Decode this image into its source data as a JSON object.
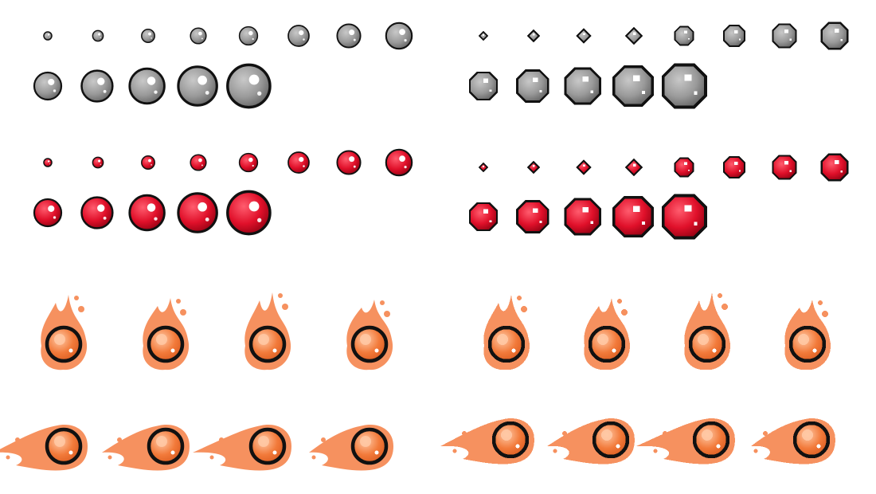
{
  "sheet": {
    "background": "#ffffff",
    "outline_color": "#111111",
    "gray": {
      "light": "#c8c8c8",
      "base": "#9a9a9a",
      "dark": "#5c5c5c",
      "highlight": "#ffffff"
    },
    "red": {
      "light": "#ff5c6e",
      "base": "#e0102a",
      "dark": "#8a0010",
      "highlight": "#ffffff"
    },
    "fire": {
      "flame": "#f6915f",
      "flame_light": "#fbb48c",
      "ball": "#f27a3a",
      "ball_dark": "#d8591e",
      "ball_light": "#ffc9a6"
    }
  },
  "groups": [
    {
      "id": "gray-smooth",
      "kind": "ball",
      "palette": "gray",
      "style": "smooth",
      "row1_count": 8,
      "row2_count": 5
    },
    {
      "id": "gray-pixel",
      "kind": "ball",
      "palette": "gray",
      "style": "pixel",
      "row1_count": 8,
      "row2_count": 5
    },
    {
      "id": "red-smooth",
      "kind": "ball",
      "palette": "red",
      "style": "smooth",
      "row1_count": 8,
      "row2_count": 5
    },
    {
      "id": "red-pixel",
      "kind": "ball",
      "palette": "red",
      "style": "pixel",
      "row1_count": 8,
      "row2_count": 5
    },
    {
      "id": "fireball-up-smooth",
      "kind": "fireball",
      "direction": "up",
      "style": "smooth",
      "frames": 4
    },
    {
      "id": "fireball-up-pixel",
      "kind": "fireball",
      "direction": "up",
      "style": "pixel",
      "frames": 4
    },
    {
      "id": "fireball-left-smooth",
      "kind": "fireball",
      "direction": "left",
      "style": "smooth",
      "frames": 4
    },
    {
      "id": "fireball-left-pixel",
      "kind": "fireball",
      "direction": "left",
      "style": "pixel",
      "frames": 4
    }
  ]
}
